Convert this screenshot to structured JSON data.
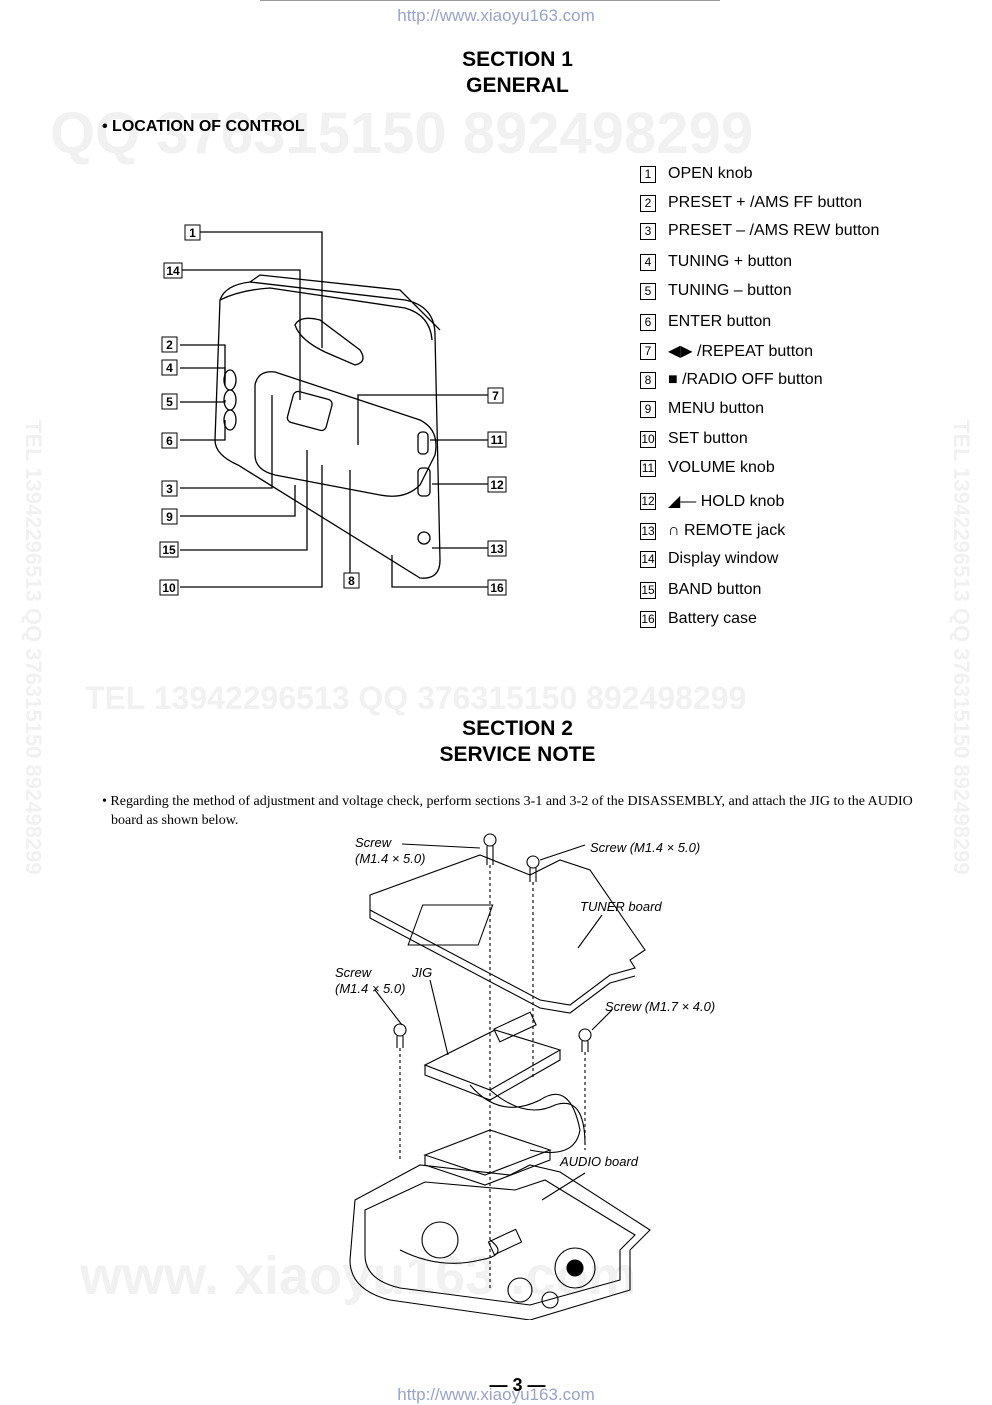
{
  "header": {
    "url": "http://www.xiaoyu163.com"
  },
  "footer": {
    "url": "http://www.xiaoyu163.com",
    "page_number": "— 3 —"
  },
  "watermarks": {
    "top": "QQ 376315150   892498299",
    "middle": "TEL  13942296513          QQ  376315150  892498299",
    "bottom": "www. xiaoyu163 .com",
    "side_left": "TEL 13942296513  QQ 376315150  892498299",
    "side_right": "TEL 13942296513  QQ 376315150  892498299"
  },
  "section1": {
    "heading_line1": "SECTION 1",
    "heading_line2": "GENERAL",
    "subheading": "• LOCATION OF CONTROL",
    "controls": [
      {
        "n": "1",
        "label": "OPEN knob"
      },
      {
        "n": "2",
        "label": "PRESET + /AMS FF button"
      },
      {
        "n": "3",
        "label": "PRESET – /AMS REW button"
      },
      {
        "n": "4",
        "label": "TUNING + button"
      },
      {
        "n": "5",
        "label": "TUNING – button"
      },
      {
        "n": "6",
        "label": "ENTER button"
      },
      {
        "n": "7",
        "label": "◀▶ /REPEAT button"
      },
      {
        "n": "8",
        "label": "■ /RADIO OFF button"
      },
      {
        "n": "9",
        "label": "MENU button"
      },
      {
        "n": "10",
        "label": "SET button"
      },
      {
        "n": "11",
        "label": "VOLUME knob"
      },
      {
        "n": "12",
        "label": "◢— HOLD knob"
      },
      {
        "n": "13",
        "label": "∩ REMOTE jack"
      },
      {
        "n": "14",
        "label": "Display window"
      },
      {
        "n": "15",
        "label": "BAND button"
      },
      {
        "n": "16",
        "label": "Battery case"
      }
    ]
  },
  "section2": {
    "heading_line1": "SECTION 2",
    "heading_line2": "SERVICE NOTE",
    "note": "• Regarding the method of adjustment and voltage check, perform sections 3-1 and 3-2 of the DISASSEMBLY, and attach the JIG to the AUDIO board as shown below.",
    "labels": {
      "screw_top_left_1": "Screw",
      "screw_top_left_2": "(M1.4 × 5.0)",
      "screw_top_right": "Screw (M1.4 × 5.0)",
      "tuner_board": "TUNER board",
      "screw_mid_left_1": "Screw",
      "screw_mid_left_2": "(M1.4 × 5.0)",
      "jig": "JIG",
      "screw_mid_right": "Screw (M1.7 × 4.0)",
      "audio_board": "AUDIO board"
    }
  }
}
